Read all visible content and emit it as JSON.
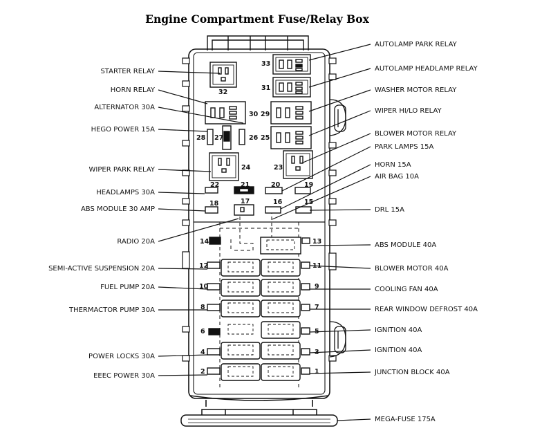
{
  "title": "Engine Compartment Fuse/Relay Box",
  "left_labels": [
    {
      "id": "starter-relay",
      "text": "STARTER RELAY"
    },
    {
      "id": "horn-relay",
      "text": "HORN RELAY"
    },
    {
      "id": "alternator",
      "text": "ALTERNATOR 30A"
    },
    {
      "id": "hego-power",
      "text": "HEGO POWER 15A"
    },
    {
      "id": "wiper-park-relay",
      "text": "WIPER PARK RELAY"
    },
    {
      "id": "headlamps",
      "text": "HEADLAMPS 30A"
    },
    {
      "id": "abs-module-30",
      "text": "ABS MODULE 30 AMP"
    },
    {
      "id": "radio",
      "text": "RADIO 20A"
    },
    {
      "id": "semi-active-suspension",
      "text": "SEMI-ACTIVE SUSPENSION 20A"
    },
    {
      "id": "fuel-pump",
      "text": "FUEL PUMP 20A"
    },
    {
      "id": "thermactor-pump",
      "text": "THERMACTOR PUMP 30A"
    },
    {
      "id": "power-locks",
      "text": "POWER LOCKS 30A"
    },
    {
      "id": "eeec-power",
      "text": "EEEC POWER 30A"
    }
  ],
  "right_labels": [
    {
      "id": "autolamp-park-relay",
      "text": "AUTOLAMP PARK RELAY"
    },
    {
      "id": "autolamp-headlamp-relay",
      "text": "AUTOLAMP HEADLAMP RELAY"
    },
    {
      "id": "washer-motor-relay",
      "text": "WASHER MOTOR RELAY"
    },
    {
      "id": "wiper-hilo-relay",
      "text": "WIPER HI/LO RELAY"
    },
    {
      "id": "blower-motor-relay",
      "text": "BLOWER MOTOR RELAY"
    },
    {
      "id": "park-lamps",
      "text": "PARK LAMPS 15A"
    },
    {
      "id": "horn",
      "text": "HORN 15A"
    },
    {
      "id": "air-bag",
      "text": "AIR BAG 10A"
    },
    {
      "id": "drl",
      "text": "DRL 15A"
    },
    {
      "id": "abs-module-40",
      "text": "ABS MODULE 40A"
    },
    {
      "id": "blower-motor",
      "text": "BLOWER MOTOR 40A"
    },
    {
      "id": "cooling-fan",
      "text": "COOLING FAN 40A"
    },
    {
      "id": "rear-window-defrost",
      "text": "REAR WINDOW DEFROST 40A"
    },
    {
      "id": "ignition-5",
      "text": "IGNITION 40A"
    },
    {
      "id": "ignition-3",
      "text": "IGNITION 40A"
    },
    {
      "id": "junction-block",
      "text": "JUNCTION BLOCK 40A"
    },
    {
      "id": "mega-fuse",
      "text": "MEGA-FUSE 175A"
    }
  ],
  "position_numbers": [
    "33",
    "31",
    "32",
    "30",
    "29",
    "28",
    "27",
    "26",
    "25",
    "24",
    "23",
    "22",
    "21",
    "20",
    "19",
    "18",
    "17",
    "16",
    "15",
    "14",
    "13",
    "12",
    "11",
    "10",
    "9",
    "8",
    "7",
    "6",
    "5",
    "4",
    "3",
    "2",
    "1"
  ]
}
